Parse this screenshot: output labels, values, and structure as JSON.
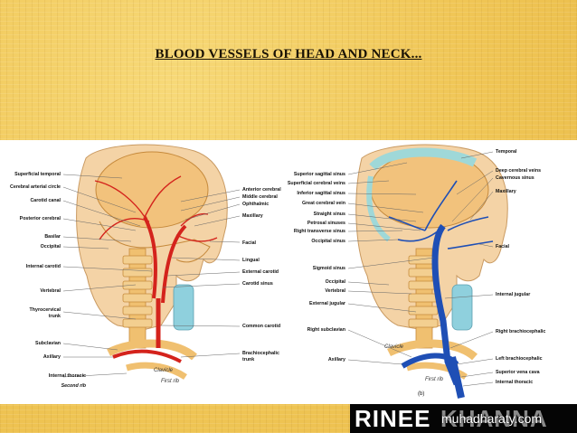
{
  "title": "BLOOD VESSELS OF HEAD AND NECK...",
  "left_figure": {
    "labels_left": [
      "Superficial temporal",
      "Cerebral arterial circle",
      "Carotid canal",
      "Posterior cerebral",
      "Basilar",
      "Occipital",
      "Internal carotid",
      "Vertebral",
      "Thyrocervical",
      "trunk",
      "Subclavian",
      "Axillary",
      "Internal thoracic",
      "Second rib"
    ],
    "labels_right": [
      "Anterior cerebral",
      "Middle cerebral",
      "Ophthalmic",
      "Maxillary",
      "Facial",
      "Lingual",
      "External carotid",
      "Carotid sinus",
      "Common carotid",
      "Brachiocephalic",
      "trunk"
    ],
    "bone_labels": [
      "Clavicle",
      "First rib"
    ]
  },
  "right_figure": {
    "labels_left": [
      "Superior sagittal sinus",
      "Superficial cerebral veins",
      "Inferior sagittal sinus",
      "Great cerebral vein",
      "Straight sinus",
      "Petrosal sinuses",
      "Right transverse sinus",
      "Occipital sinus",
      "Sigmoid sinus",
      "Occipital",
      "Vertebral",
      "External jugular",
      "Right subclavian",
      "Axillary"
    ],
    "labels_right": [
      "Temporal",
      "Deep cerebral veins",
      "Cavernous sinus",
      "Maxillary",
      "Facial",
      "Internal jugular",
      "Right brachiocephalic",
      "Left brachiocephalic",
      "Superior vena cava",
      "Internal thoracic"
    ],
    "bone_labels": [
      "Clavicle",
      "First rib"
    ],
    "panel_letter": "(b)"
  },
  "author": {
    "first": "RINEE",
    "last": "KHANNA"
  },
  "watermark": "muhadharaty.com",
  "colors": {
    "background": "#f0c95a",
    "artery": "#d4231c",
    "vein": "#1f4fb5",
    "bone": "#f0c070"
  }
}
